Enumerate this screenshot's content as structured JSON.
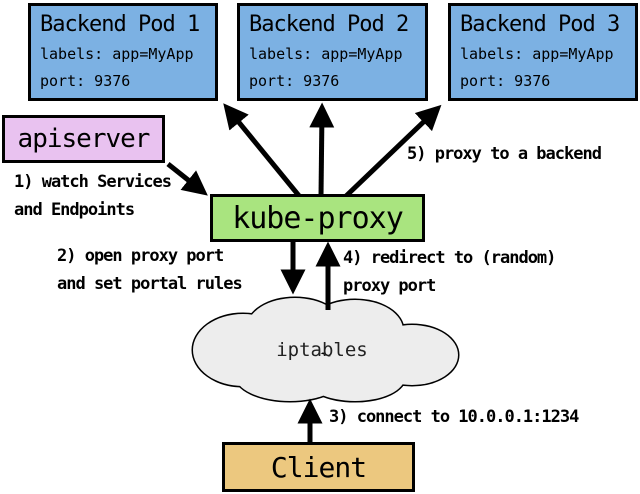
{
  "diagram": {
    "pods": [
      {
        "title": "Backend Pod 1",
        "labels": "labels: app=MyApp",
        "port": "port: 9376"
      },
      {
        "title": "Backend Pod 2",
        "labels": "labels: app=MyApp",
        "port": "port: 9376"
      },
      {
        "title": "Backend Pod 3",
        "labels": "labels: app=MyApp",
        "port": "port: 9376"
      }
    ],
    "apiserver": {
      "label": "apiserver"
    },
    "kube_proxy": {
      "label": "kube-proxy"
    },
    "iptables": {
      "label": "iptables"
    },
    "client": {
      "label": "Client"
    },
    "annotations": {
      "step1_line1": "1) watch Services",
      "step1_line2": "and Endpoints",
      "step2_line1": "2) open proxy port",
      "step2_line2": "and set portal rules",
      "step3": "3) connect to 10.0.0.1:1234",
      "step4_line1": "4) redirect to (random)",
      "step4_line2": "proxy port",
      "step5": "5) proxy to a backend"
    },
    "colors": {
      "pod_fill": "#7cb1e3",
      "apiserver_fill": "#e9c2f0",
      "kube_proxy_fill": "#a9e47f",
      "client_fill": "#ecc87f",
      "cloud_fill": "#ededed",
      "outline": "#000000"
    }
  }
}
